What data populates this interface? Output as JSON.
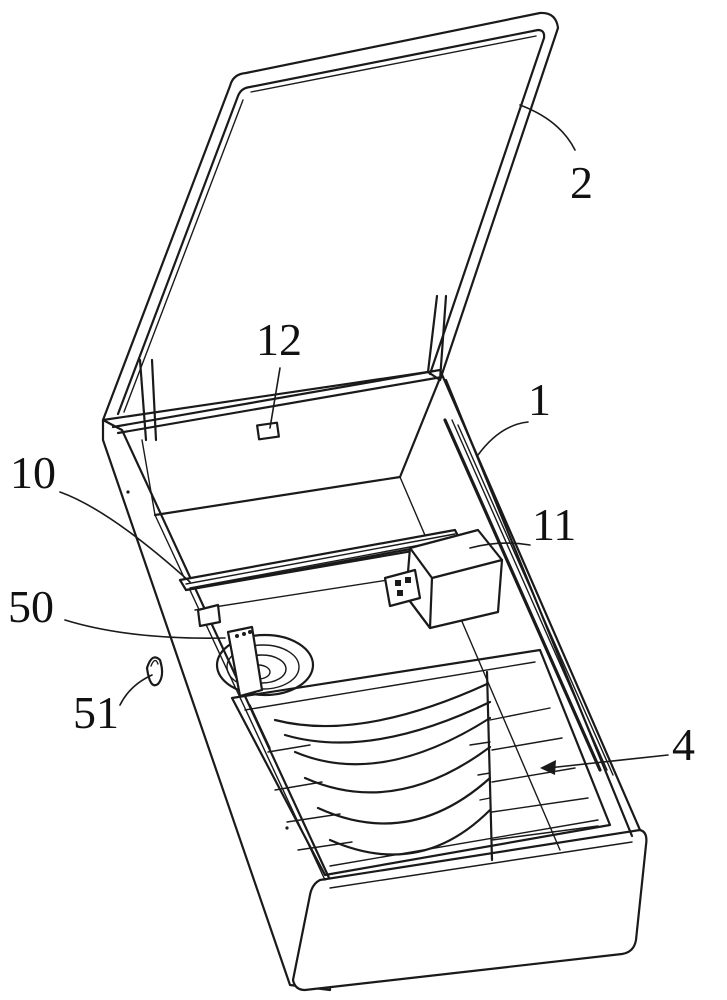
{
  "callouts": {
    "lid": "2",
    "housing": "1",
    "sensor": "12",
    "rail": "10",
    "control_box": "11",
    "motor": "50",
    "port": "51",
    "drawer": "4"
  }
}
